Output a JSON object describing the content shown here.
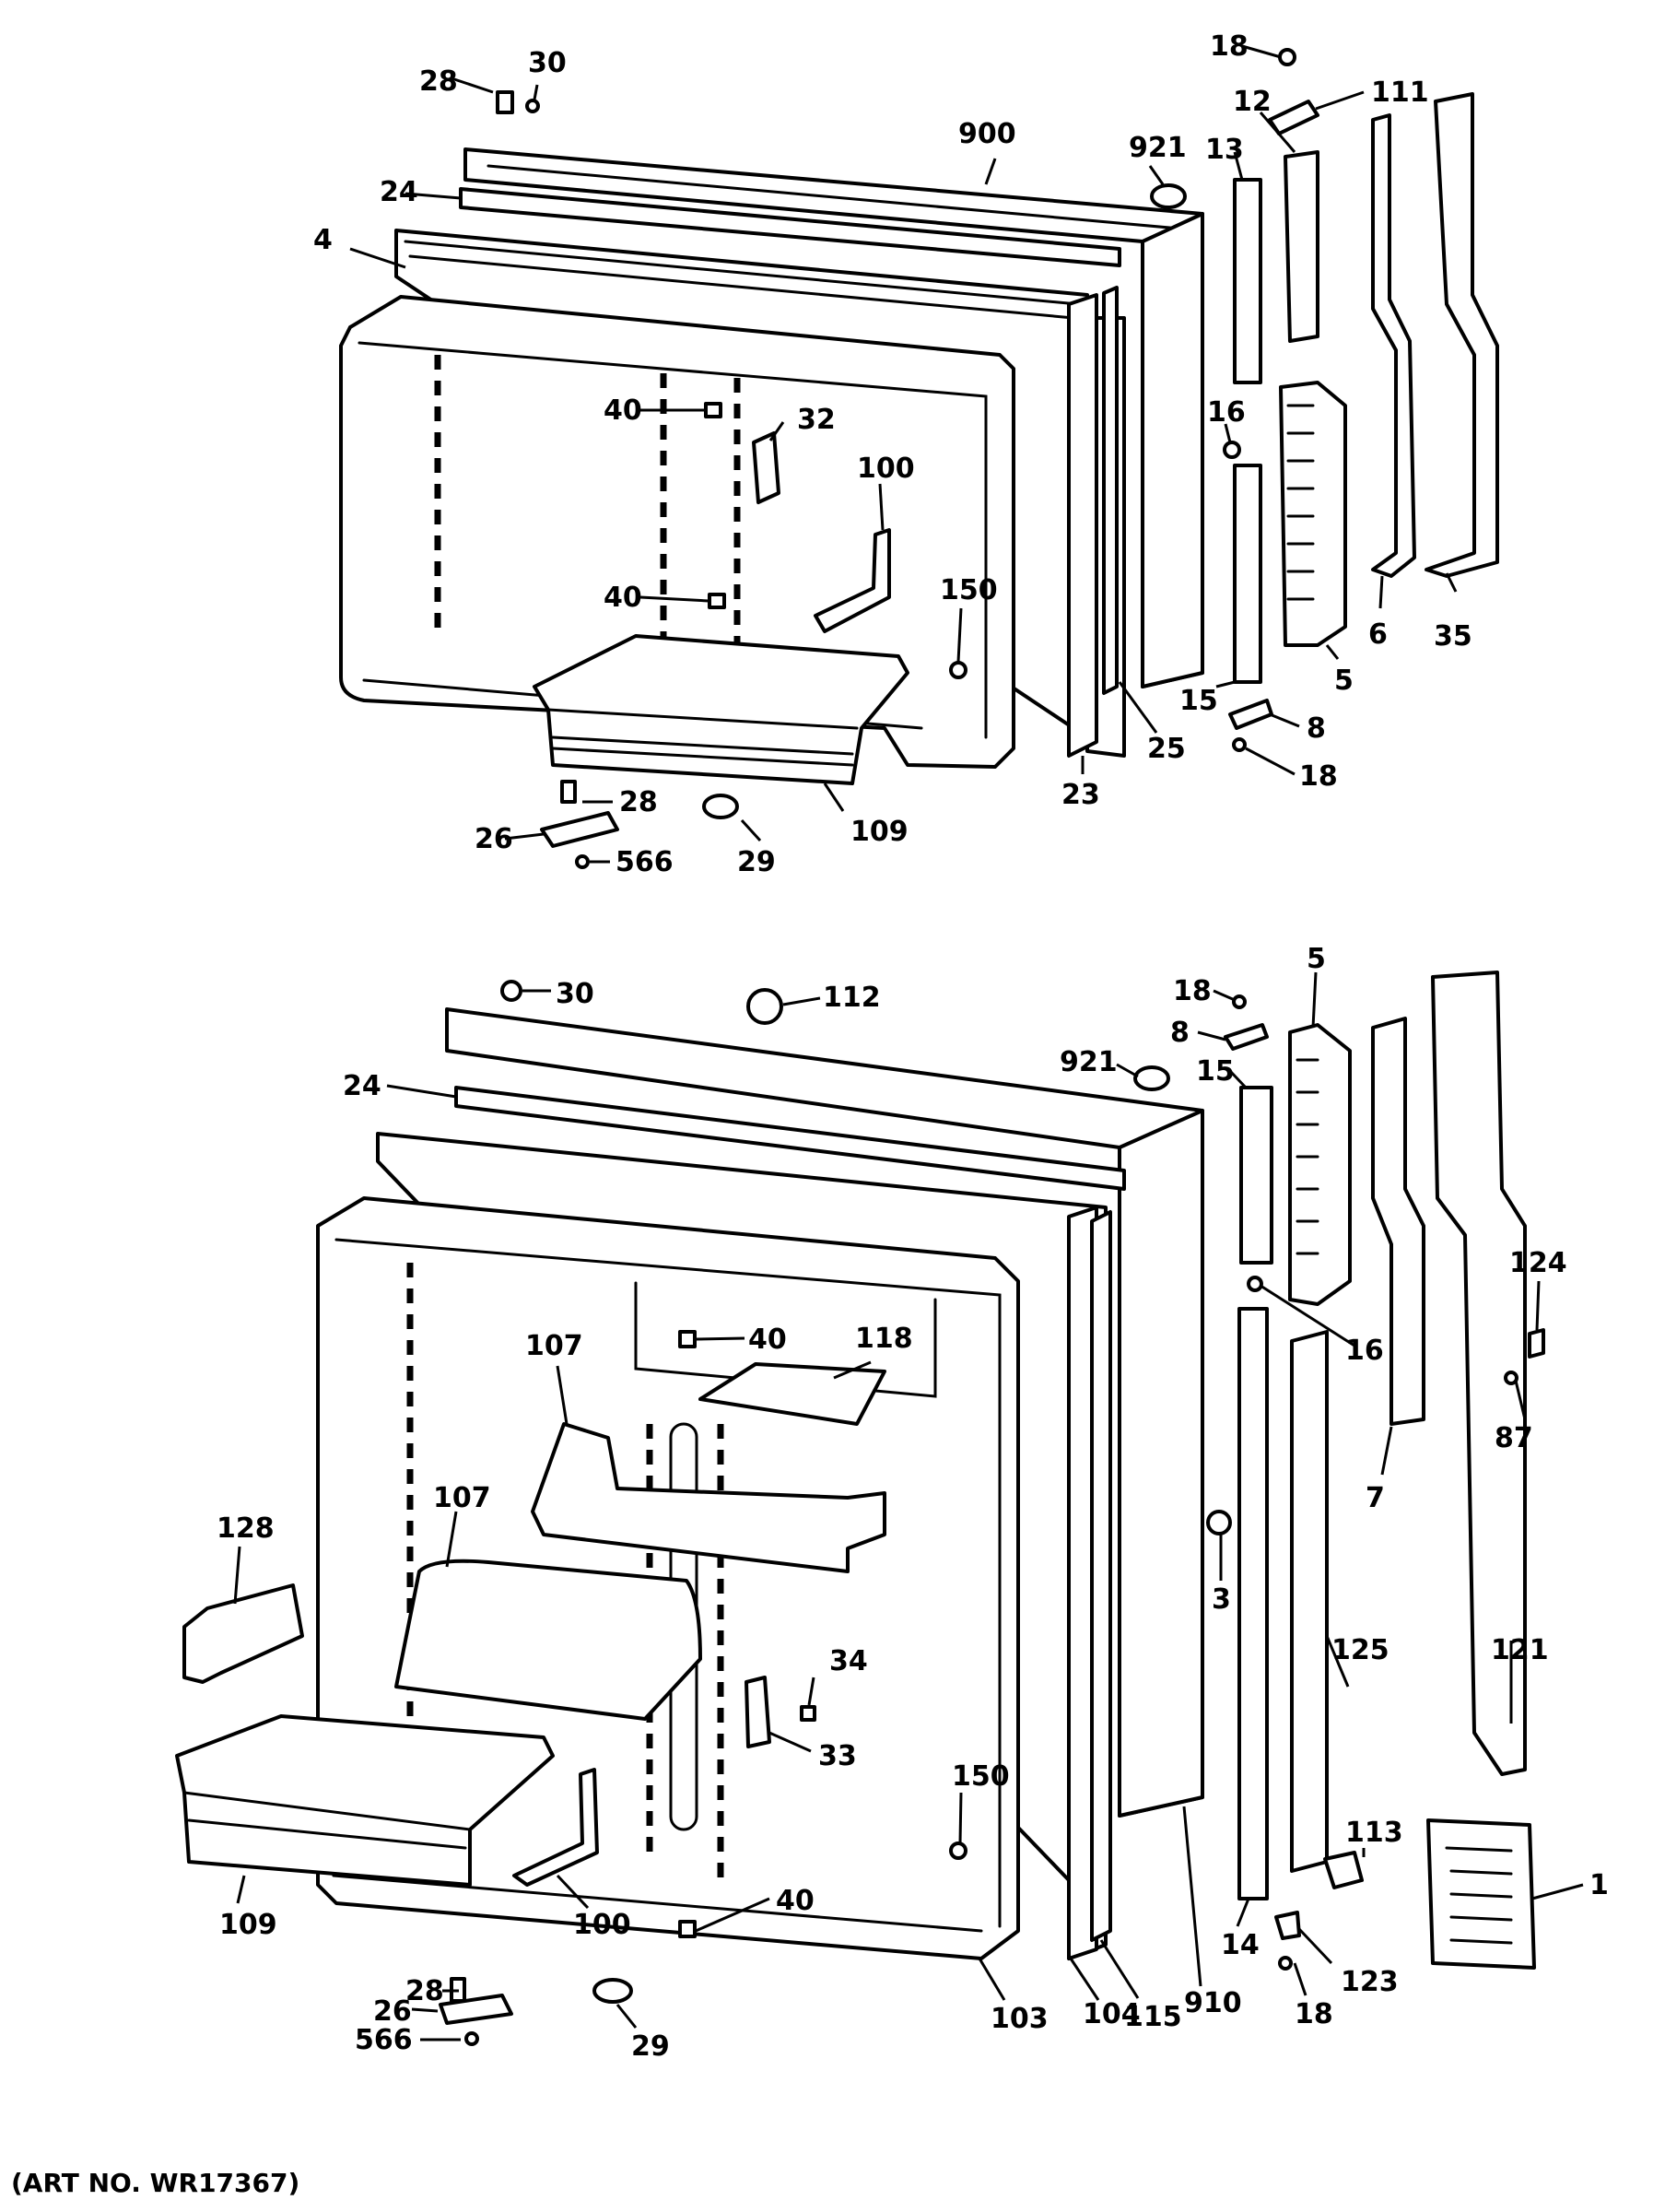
{
  "art_number": "(ART NO. WR17367)",
  "top_callouts": [
    "28",
    "30",
    "900",
    "921",
    "18",
    "111",
    "12",
    "13",
    "24",
    "4",
    "40",
    "32",
    "100",
    "16",
    "40",
    "150",
    "6",
    "35",
    "15",
    "5",
    "8",
    "18",
    "109",
    "25",
    "23",
    "28",
    "26",
    "566",
    "29"
  ],
  "bottom_callouts": [
    "30",
    "112",
    "18",
    "5",
    "8",
    "921",
    "15",
    "24",
    "40",
    "118",
    "107",
    "16",
    "124",
    "87",
    "7",
    "107",
    "128",
    "3",
    "34",
    "33",
    "125",
    "121",
    "150",
    "113",
    "109",
    "100",
    "1",
    "40",
    "28",
    "26",
    "566",
    "29",
    "103",
    "104",
    "115",
    "910",
    "14",
    "123",
    "18"
  ]
}
